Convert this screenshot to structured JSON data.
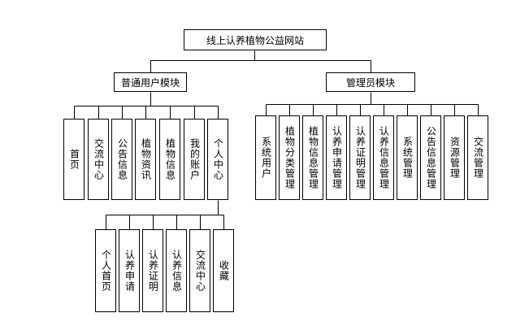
{
  "root": "线上认养植物公益网站",
  "user_module": {
    "title": "普通用户模块",
    "items": [
      "首页",
      "交流中心",
      "公告信息",
      "植物资讯",
      "植物信息",
      "我的账户",
      "个人中心"
    ]
  },
  "admin_module": {
    "title": "管理员模块",
    "items": [
      "系统用户",
      "植物分类管理",
      "植物信息管理",
      "认养申请管理",
      "认养证明管理",
      "认养信息管理",
      "系统管理",
      "公告信息管理",
      "资源管理",
      "交流管理"
    ]
  },
  "personal_center": {
    "items": [
      "个人首页",
      "认养申请",
      "认养证明",
      "认养信息",
      "交流中心",
      "收藏"
    ]
  }
}
